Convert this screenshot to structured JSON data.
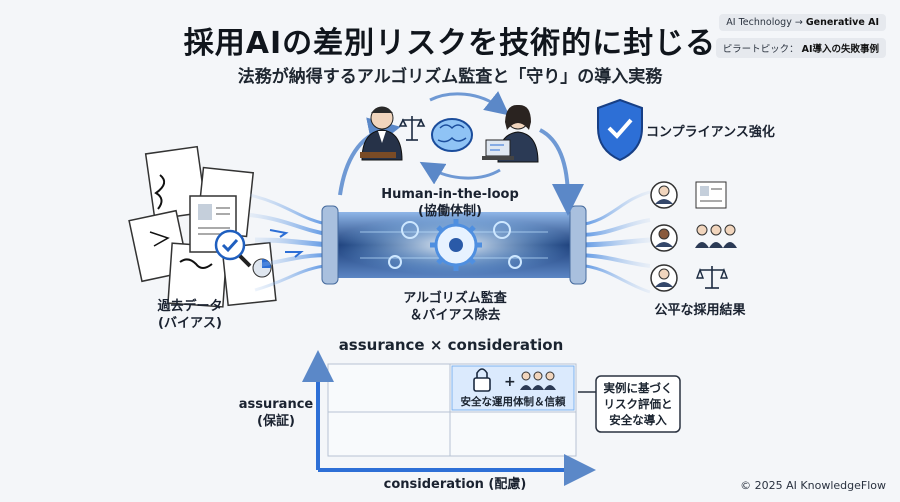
{
  "header": {
    "title": "採用AIの差別リスクを技術的に封じる",
    "subtitle": "法務が納得するアルゴリズム監査と「守り」の導入実務"
  },
  "tags": {
    "tag1_prefix": "AI Technology →",
    "tag1_strong": "Generative AI",
    "tag2_prefix": "ピラートピック：",
    "tag2_strong": "AI導入の失敗事例"
  },
  "diagram": {
    "loop_label_1": "Human-in-the-loop",
    "loop_label_2": "(協働体制)",
    "left_label_1": "過去データ",
    "left_label_2": "(バイアス)",
    "center_label_1": "アルゴリズム監査",
    "center_label_2": "＆バイアス除去",
    "right_label": "公平な採用結果",
    "compliance_label": "コンプライアンス強化"
  },
  "matrix": {
    "title": "assurance × consideration",
    "y_label_1": "assurance",
    "y_label_2": "(保証)",
    "x_label": "consideration (配慮)",
    "cell_label": "安全な運用体制＆信頼",
    "plus": "+",
    "callout_1": "実例に基づく",
    "callout_2": "リスク評価と",
    "callout_3": "安全な導入"
  },
  "footer": {
    "copyright": "© 2025 AI KnowledgeFlow"
  },
  "colors": {
    "accent": "#2d6fd6",
    "pipe": "#1d3f7a",
    "glow": "#7ec4ff"
  }
}
